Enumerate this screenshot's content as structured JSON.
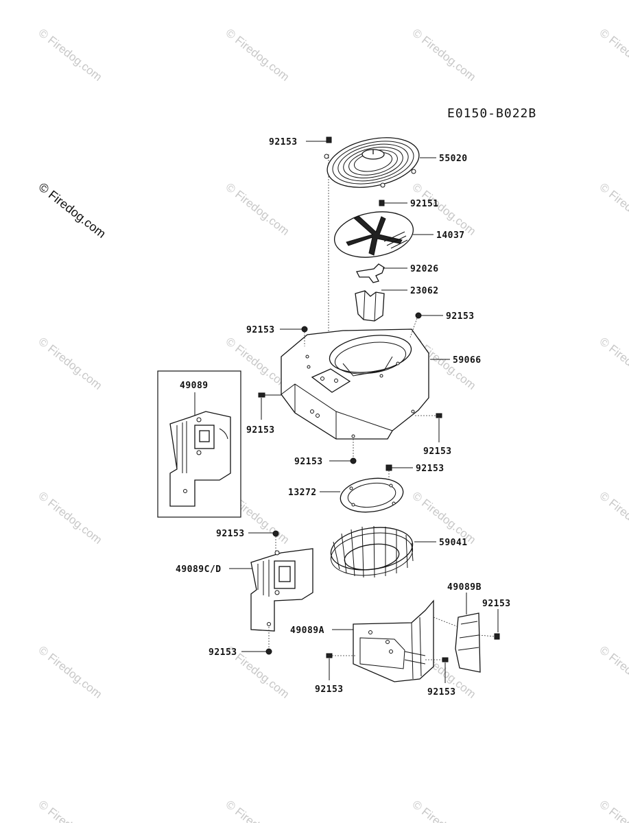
{
  "diagram_code": "E0150-B022B",
  "watermark": {
    "text": "© Firedog.com",
    "featured_text": "© Firedog.com"
  },
  "labels": {
    "screen_bolt": "92153",
    "screen": "55020",
    "fan_bolt": "92151",
    "fan_plate": "14037",
    "bracket_plate": "92026",
    "fan_holder": "23062",
    "housing_bolt_left_top": "92153",
    "housing_bolt_right_top": "92153",
    "housing": "59066",
    "housing_bolt_left": "92153",
    "housing_bolt_right_bottom": "92153",
    "housing_bolt_bottom": "92153",
    "inset_cover": "49089",
    "gasket_bolt": "92153",
    "gasket": "13272",
    "flywheel_fan": "59041",
    "cover_cd_bolt_top": "92153",
    "cover_cd": "49089C/D",
    "cover_cd_bolt_bottom": "92153",
    "cover_b": "49089B",
    "cover_b_bolt": "92153",
    "cover_a": "49089A",
    "cover_a_bolt_left": "92153",
    "cover_a_bolt_right": "92153"
  }
}
